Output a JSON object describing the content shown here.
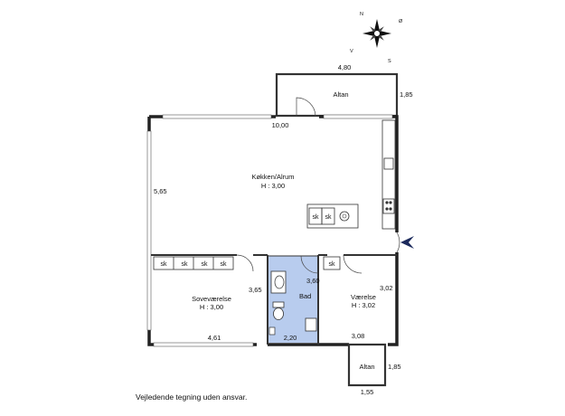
{
  "compass": {
    "n": "N",
    "s": "S",
    "v": "V",
    "o": "Ø"
  },
  "rooms": {
    "kitchen": {
      "name": "Køkken/Alrum",
      "height": "H : 3,00"
    },
    "bedroom": {
      "name": "Soveværelse",
      "height": "H : 3,00"
    },
    "bath": {
      "name": "Bad"
    },
    "room": {
      "name": "Værelse",
      "height": "H : 3,02"
    },
    "balcony_top": {
      "name": "Altan"
    },
    "balcony_bottom": {
      "name": "Altan"
    }
  },
  "dimensions": {
    "balcony_top_width": "4,80",
    "balcony_top_depth": "1,85",
    "kitchen_width": "10,00",
    "kitchen_depth": "5,65",
    "bedroom_depth": "3,65",
    "bedroom_width": "4,61",
    "bath_depth": "3,60",
    "bath_width": "2,20",
    "room_depth": "3,02",
    "room_width": "3,08",
    "balcony_bottom_depth": "1,85",
    "balcony_bottom_width": "1,55"
  },
  "wardrobes": {
    "kitchen": [
      "sk",
      "sk"
    ],
    "bedroom": [
      "sk",
      "sk",
      "sk",
      "sk"
    ],
    "room": [
      "sk"
    ]
  },
  "disclaimer": "Vejledende tegning uden ansvar.",
  "colors": {
    "bath_fill": "#b8ccee",
    "entrance_marker": "#1c2a5c"
  }
}
